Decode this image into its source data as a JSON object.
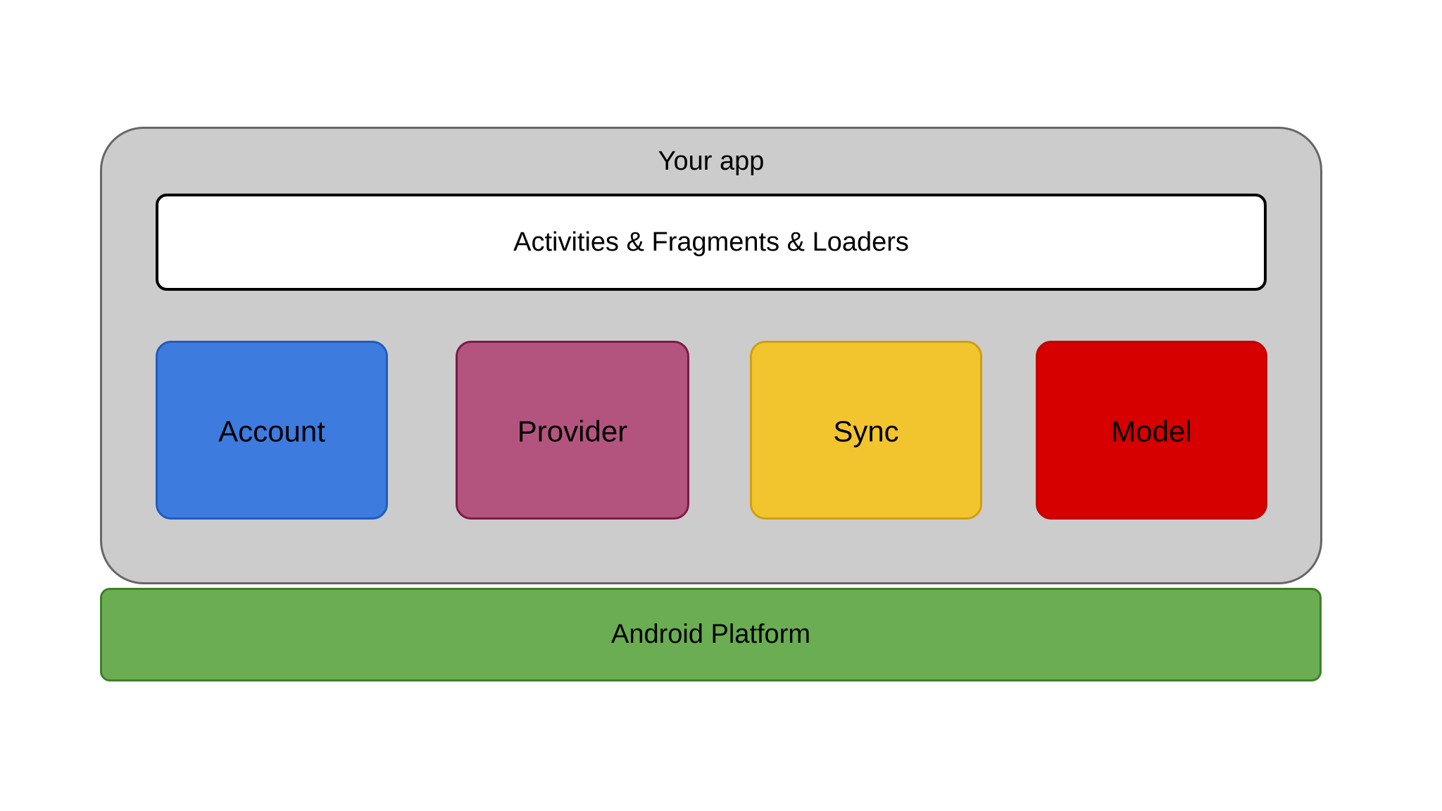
{
  "diagram": {
    "background": "#ffffff",
    "app_container": {
      "title": "Your app",
      "fill": "#cccccc",
      "stroke": "#666666",
      "activities_bar": {
        "label": "Activities & Fragments & Loaders",
        "fill": "#ffffff",
        "stroke": "#000000"
      },
      "modules": [
        {
          "label": "Account",
          "fill": "#3d7bde",
          "stroke": "#1f5cbf"
        },
        {
          "label": "Provider",
          "fill": "#b3547f",
          "stroke": "#7a1b46"
        },
        {
          "label": "Sync",
          "fill": "#f2c52e",
          "stroke": "#d09e12"
        },
        {
          "label": "Model",
          "fill": "#d60000",
          "stroke": "#c20000"
        }
      ]
    },
    "platform_bar": {
      "label": "Android Platform",
      "fill": "#6aad52",
      "stroke": "#3f7f28"
    }
  }
}
